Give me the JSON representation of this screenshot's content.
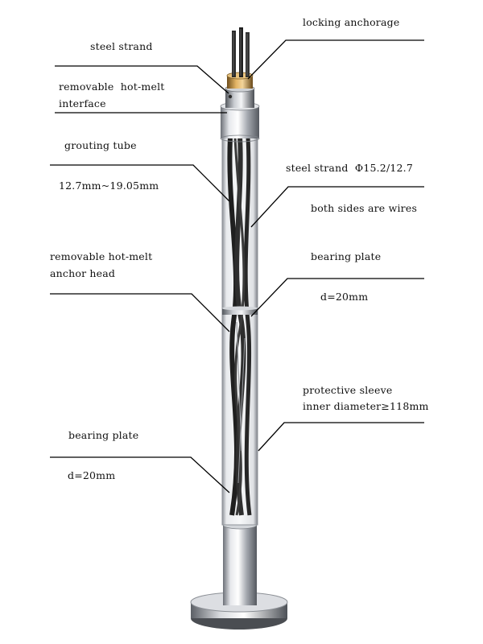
{
  "labels": {
    "locking_anchorage": "locking anchorage",
    "steel_strand_top": "steel strand",
    "removable_interface_l1": "removable  hot-melt",
    "removable_interface_l2": "interface",
    "grouting_tube": "grouting tube",
    "grouting_tube_size": "12.7mm~19.05mm",
    "steel_strand_spec": "steel strand  Φ15.2/12.7",
    "both_sides_wires": "both sides are wires",
    "removable_anchor_head_l1": "removable hot-melt",
    "removable_anchor_head_l2": "anchor head",
    "bearing_plate_upper": "bearing plate",
    "bearing_plate_upper_d": "d=20mm",
    "protective_sleeve_l1": "protective sleeve",
    "protective_sleeve_l2": "inner diameter≥118mm",
    "bearing_plate_lower": "bearing plate",
    "bearing_plate_lower_d": "d=20mm"
  },
  "colors": {
    "line": "#000000",
    "text": "#111111",
    "steel": "#9a9ea6",
    "brass": "#b58a3a",
    "strand": "#2a2a2a"
  }
}
